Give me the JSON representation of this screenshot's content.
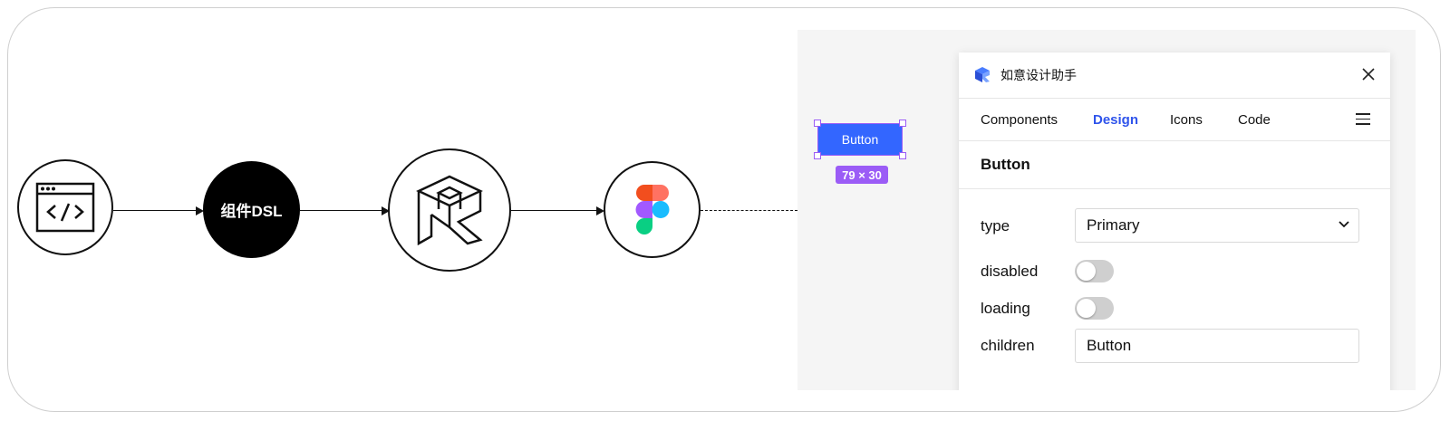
{
  "flow": {
    "nodes": [
      {
        "id": "code",
        "icon": "browser-code-icon"
      },
      {
        "id": "dsl",
        "label": "组件DSL"
      },
      {
        "id": "ruyi",
        "icon": "ruyi-logo-icon"
      },
      {
        "id": "figma",
        "icon": "figma-logo-icon"
      }
    ]
  },
  "canvas": {
    "selected_button_label": "Button",
    "size_badge": "79 × 30"
  },
  "panel": {
    "title": "如意设计助手",
    "logo_icon": "ruyi-small-logo-icon",
    "tabs": [
      {
        "label": "Components",
        "active": false
      },
      {
        "label": "Design",
        "active": true
      },
      {
        "label": "Icons",
        "active": false
      },
      {
        "label": "Code",
        "active": false
      }
    ],
    "section_title": "Button",
    "props": {
      "type_label": "type",
      "type_value": "Primary",
      "disabled_label": "disabled",
      "disabled_value": false,
      "loading_label": "loading",
      "loading_value": false,
      "children_label": "children",
      "children_value": "Button"
    }
  },
  "colors": {
    "accent": "#2f54eb",
    "button_blue": "#3366ff",
    "selection_purple": "#9b5cf6",
    "toggle_off": "#cfcfcf"
  }
}
